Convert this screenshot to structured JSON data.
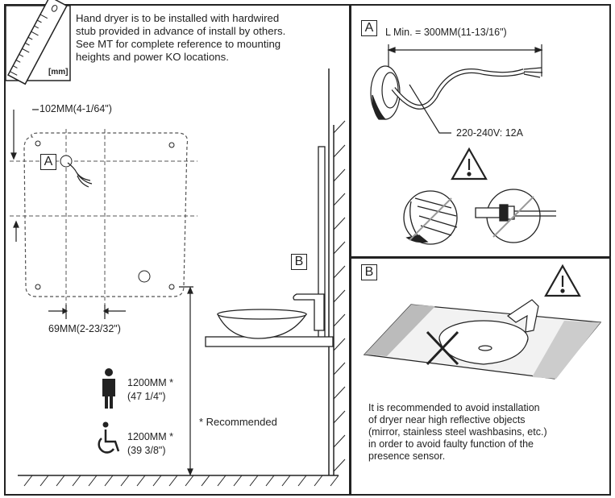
{
  "left_panel": {
    "install_note": "Hand dryer is to be installed with hardwired\nstub provided in advance of install by others.\nSee MT for complete reference to mounting\nheights and power KO locations.",
    "ruler_unit": "[mm]",
    "dim_top": "102MM(4-1/64\")",
    "dim_bottom": "69MM(2-23/32\")",
    "callout_a": "A",
    "callout_b": "B",
    "height_standing": "1200MM *\n(47 1/4\")",
    "height_wheelchair": "1200MM *\n(39 3/8\")",
    "recommended_note": "* Recommended",
    "standing_icon": "person-standing-icon",
    "wheelchair_icon": "wheelchair-icon"
  },
  "panel_a": {
    "label": "A",
    "length_note": "L Min. = 300MM(11-13/16\")",
    "power_note": "220-240V: 12A",
    "warning_icon": "warning-triangle-icon"
  },
  "panel_b": {
    "label": "B",
    "warning_icon": "warning-triangle-icon",
    "advice": "It is recommended to avoid installation\nof dryer near high reflective objects\n(mirror, stainless steel washbasins, etc.)\nin order to avoid faulty function of the\npresence sensor."
  }
}
